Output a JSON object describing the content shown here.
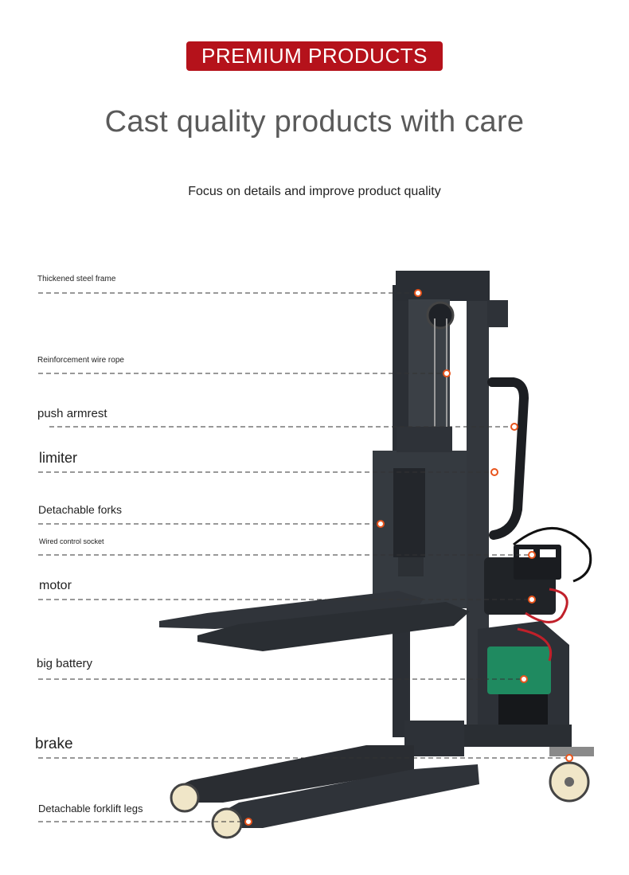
{
  "header": {
    "badge": "PREMIUM PRODUCTS",
    "headline": "Cast quality products with care",
    "subline": "Focus on details and improve product quality"
  },
  "callouts": [
    {
      "id": "frame",
      "label": "Thickened steel frame"
    },
    {
      "id": "wire",
      "label": "Reinforcement wire rope"
    },
    {
      "id": "armrest",
      "label": "push armrest"
    },
    {
      "id": "limiter",
      "label": "limiter"
    },
    {
      "id": "forks",
      "label": "Detachable forks"
    },
    {
      "id": "socket",
      "label": "Wired control socket"
    },
    {
      "id": "motor",
      "label": "motor"
    },
    {
      "id": "battery",
      "label": "big battery"
    },
    {
      "id": "brake",
      "label": "brake"
    },
    {
      "id": "legs",
      "label": "Detachable forklift legs"
    }
  ],
  "colors": {
    "badge_bg": "#b5121b",
    "marker": "#e8541c",
    "machine": "#2f3339",
    "battery": "#1f8a60"
  }
}
